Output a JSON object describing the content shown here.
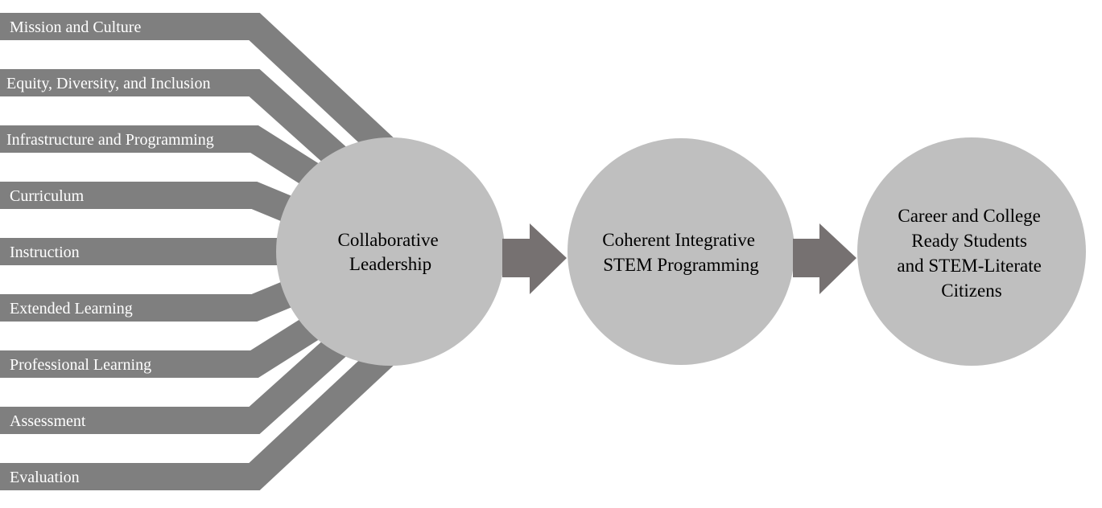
{
  "inputs": [
    "Mission and Culture",
    "Equity, Diversity, and Inclusion",
    "Infrastructure and Programming",
    "Curriculum",
    "Instruction",
    "Extended Learning",
    "Professional Learning",
    "Assessment",
    "Evaluation"
  ],
  "stages": [
    {
      "lines": [
        "Collaborative",
        "Leadership"
      ]
    },
    {
      "lines": [
        "Coherent Integrative",
        "STEM Programming"
      ]
    },
    {
      "lines": [
        "Career and College",
        "Ready Students",
        "and STEM-Literate",
        "Citizens"
      ]
    }
  ],
  "colors": {
    "bar": "#7f7f7f",
    "circle": "#bfbfbf",
    "arrow": "#767171"
  }
}
